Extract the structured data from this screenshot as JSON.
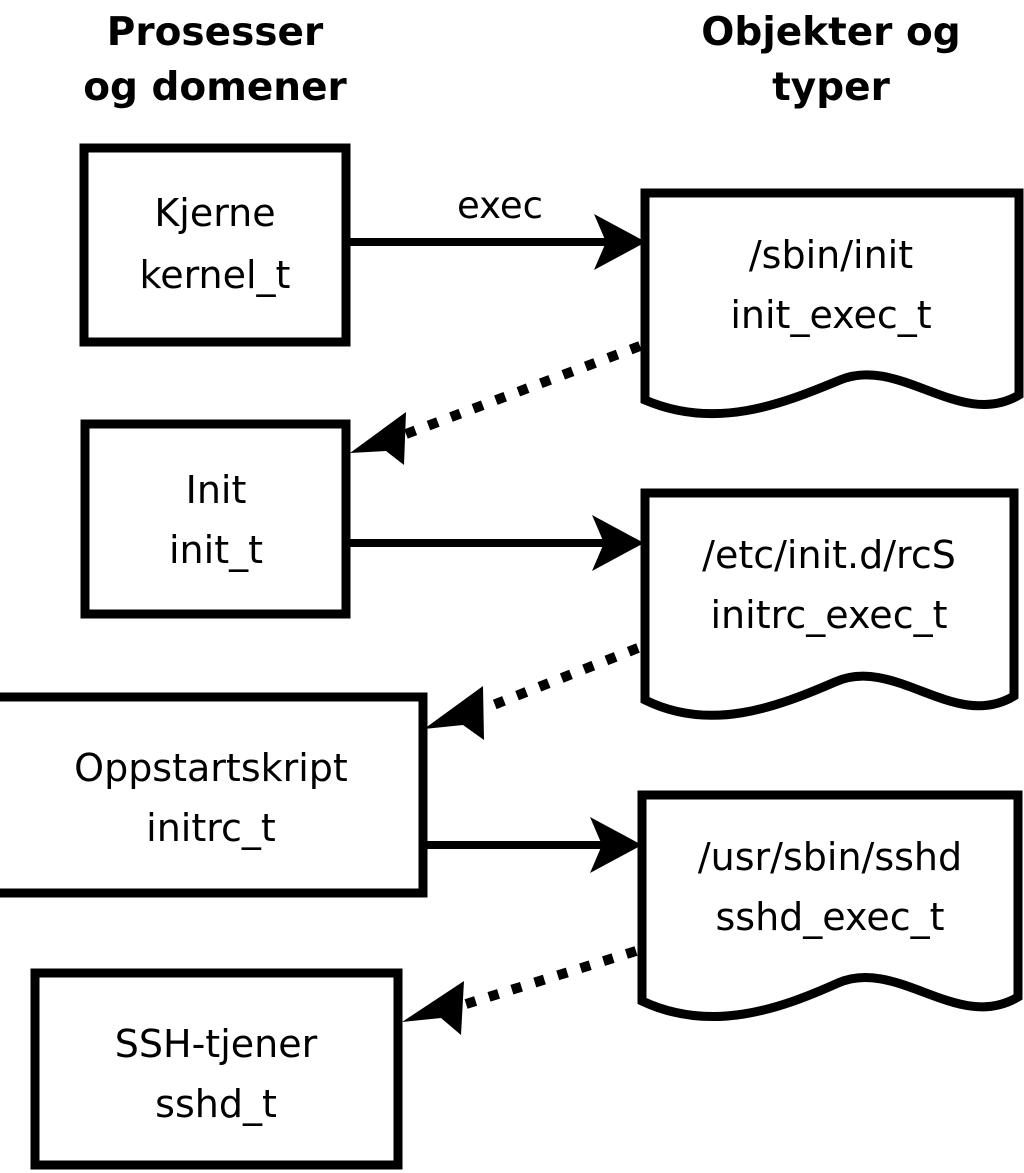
{
  "diagram": {
    "title_left": "Prosesser\nog domener",
    "columns": [
      {
        "id": "processes",
        "line1": "Prosesser",
        "line2": "og domener"
      },
      {
        "id": "objects",
        "line1": "Objekter og",
        "line2": "typer"
      }
    ],
    "process_nodes": [
      {
        "id": "kernel",
        "line1": "Kjerne",
        "line2": "kernel_t"
      },
      {
        "id": "init",
        "line1": "Init",
        "line2": "init_t"
      },
      {
        "id": "initrc",
        "line1": "Oppstartskript",
        "line2": "initrc_t"
      },
      {
        "id": "sshd",
        "line1": "SSH-tjener",
        "line2": "sshd_t"
      }
    ],
    "object_nodes": [
      {
        "id": "init_exec",
        "line1": "/sbin/init",
        "line2": "init_exec_t"
      },
      {
        "id": "initrc_exec",
        "line1": "/etc/init.d/rcS",
        "line2": "initrc_exec_t"
      },
      {
        "id": "sshd_exec",
        "line1": "/usr/sbin/sshd",
        "line2": "sshd_exec_t"
      }
    ],
    "edges": [
      {
        "id": "kernel-exec-init_exec",
        "from": "kernel",
        "to": "init_exec",
        "label": "exec",
        "style": "solid"
      },
      {
        "id": "init_exec-transition-init",
        "from": "init_exec",
        "to": "init",
        "label": "",
        "style": "dotted"
      },
      {
        "id": "init-exec-initrc_exec",
        "from": "init",
        "to": "initrc_exec",
        "label": "",
        "style": "solid"
      },
      {
        "id": "initrc_exec-transition",
        "from": "initrc_exec",
        "to": "initrc",
        "label": "",
        "style": "dotted"
      },
      {
        "id": "initrc-exec-sshd_exec",
        "from": "initrc",
        "to": "sshd_exec",
        "label": "",
        "style": "solid"
      },
      {
        "id": "sshd_exec-transition",
        "from": "sshd_exec",
        "to": "sshd",
        "label": "",
        "style": "dotted"
      }
    ],
    "colors": {
      "background": "#ffffff",
      "stroke": "#000000",
      "text": "#000000"
    }
  }
}
